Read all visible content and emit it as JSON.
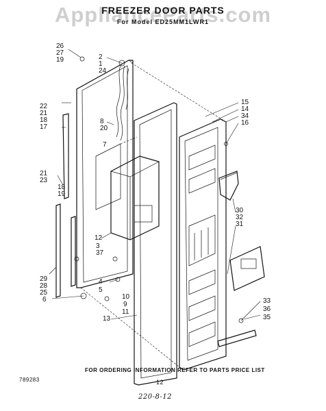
{
  "header": {
    "watermark": "ApplianceParts.com",
    "title": "FREEZER DOOR PARTS",
    "model_line": "For Model ED25MM1LWR1"
  },
  "callouts": [
    "26",
    "27",
    "19",
    "2",
    "1",
    "24",
    "22",
    "21",
    "18",
    "17",
    "8",
    "20",
    "7",
    "15",
    "14",
    "34",
    "16",
    "21",
    "23",
    "18",
    "19",
    "30",
    "32",
    "31",
    "12",
    "3",
    "37",
    "29",
    "28",
    "25",
    "6",
    "4",
    "5",
    "10",
    "9",
    "11",
    "13",
    "33",
    "36",
    "35"
  ],
  "footer": {
    "note": "FOR ORDERING INFORMATION REFER TO PARTS PRICE LIST",
    "page": "12",
    "ref_code": "789283",
    "handwritten": "220-8-12"
  }
}
